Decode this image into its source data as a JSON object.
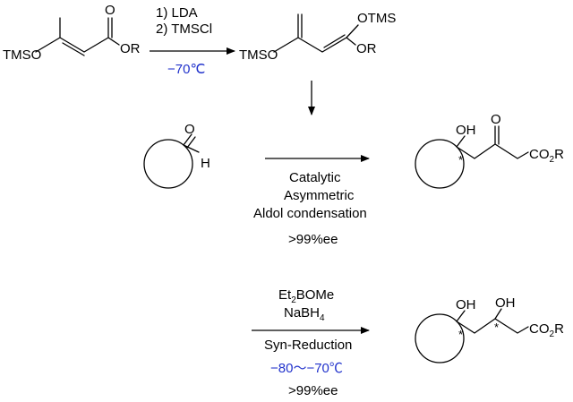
{
  "colors": {
    "ink": "#000000",
    "temperature": "#2233cc"
  },
  "step1": {
    "reactant": {
      "left_label": "TMSO",
      "right_label": "OR",
      "carbonyl_label": "O"
    },
    "conditions": {
      "line1": "1) LDA",
      "line2": "2) TMSCl",
      "temperature": "−70℃"
    },
    "product": {
      "left_label": "TMSO",
      "top_label": "OTMS",
      "right_label": "OR"
    }
  },
  "step2": {
    "aldehyde": {
      "oxygen_label": "O",
      "hydrogen_label": "H"
    },
    "conditions": {
      "line1": "Catalytic",
      "line2": "Asymmetric",
      "line3": "Aldol condensation",
      "ee": ">99%ee"
    },
    "product": {
      "hydroxyl_label": "OH",
      "ketone_label": "O",
      "ester_main": "CO",
      "ester_sub": "2",
      "ester_end": "R",
      "stereo_mark": "*"
    }
  },
  "step3": {
    "conditions": {
      "reagent1_main": "Et",
      "reagent1_sub": "2",
      "reagent1_end": "BOMe",
      "reagent2_main": "NaBH",
      "reagent2_sub": "4",
      "line3": "Syn-Reduction",
      "temperature": "−80～−70℃",
      "ee": ">99%ee"
    },
    "product": {
      "hydroxyl1_label": "OH",
      "hydroxyl2_label": "OH",
      "ester_main": "CO",
      "ester_sub": "2",
      "ester_end": "R",
      "stereo_mark1": "*",
      "stereo_mark2": "*"
    }
  }
}
